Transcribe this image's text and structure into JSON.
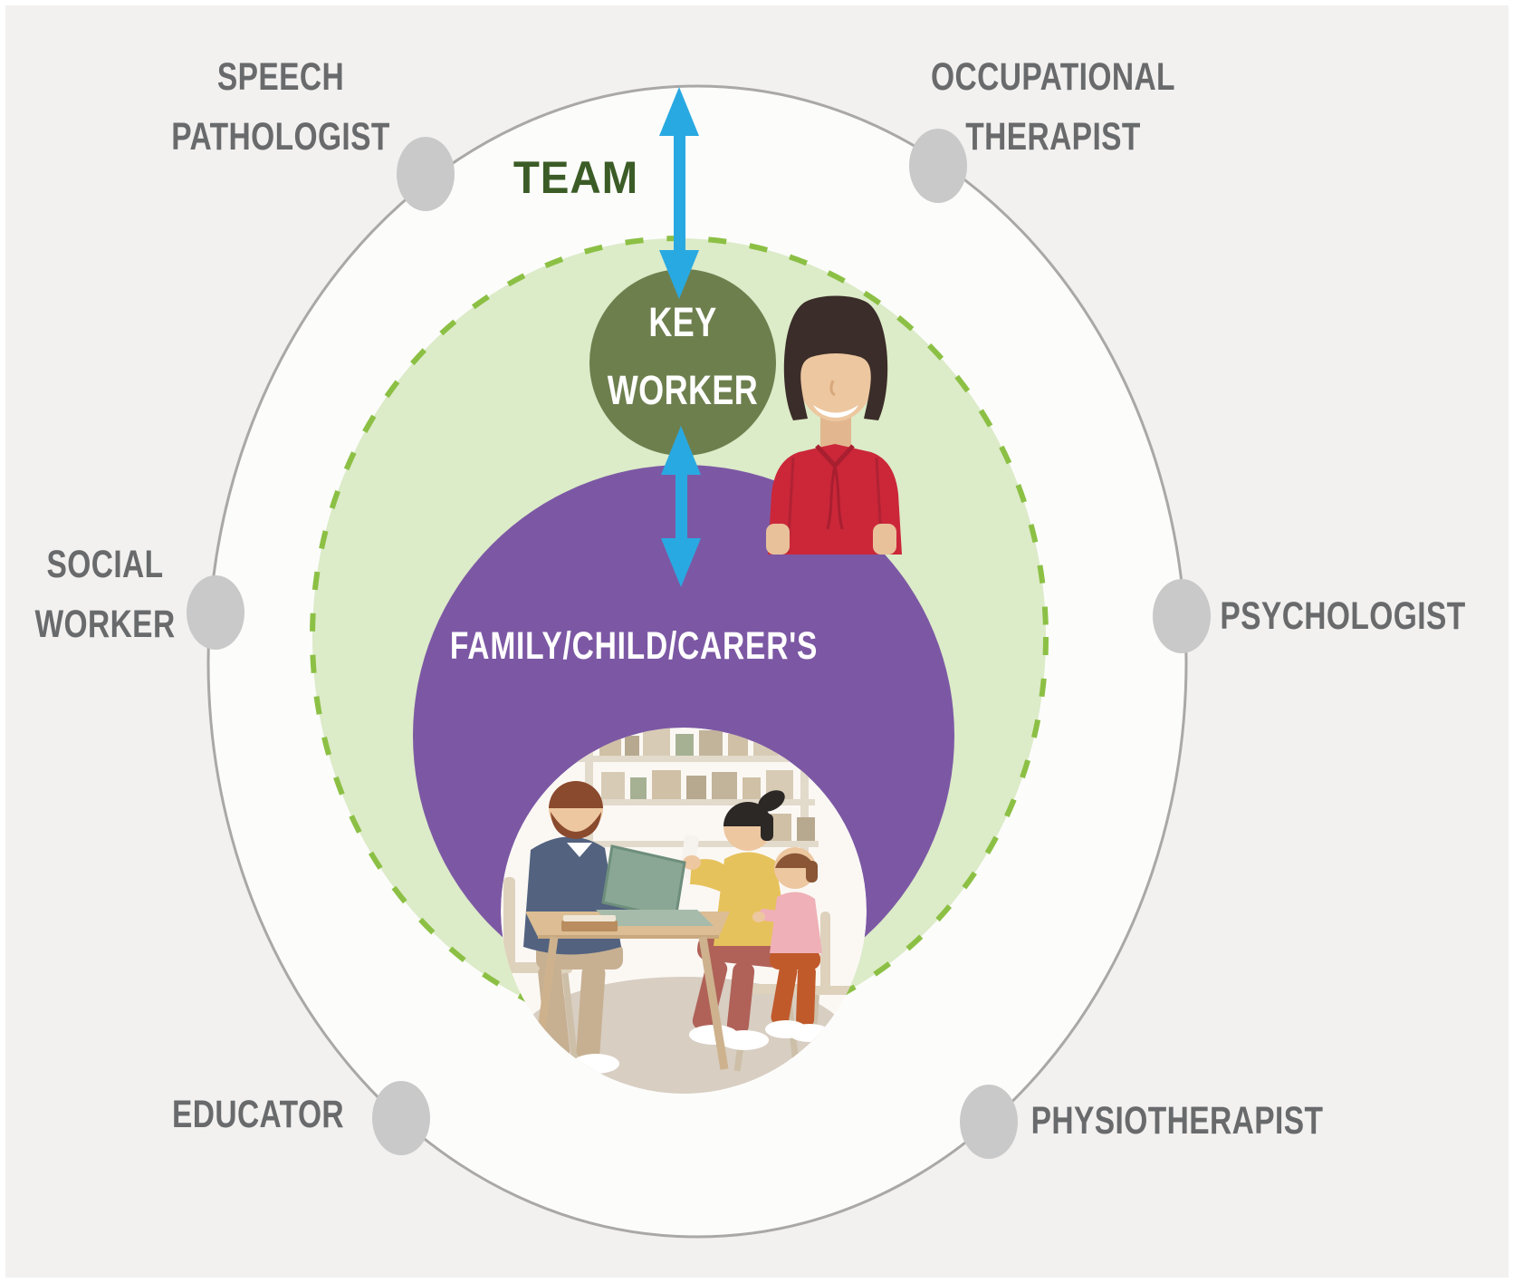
{
  "colors": {
    "background": "#f2f1f0",
    "outer_ring_fill": "#fcfcfb",
    "outer_ring_stroke": "#aaa8a6",
    "team_zone_fill": "#dcebc8",
    "team_zone_border": "#8cc045",
    "key_worker_fill": "#6e7f4e",
    "family_fill": "#7c58a4",
    "arrow_blue": "#29a9e1",
    "node_dot": "#c9c9c9",
    "label_gray": "#696a6c",
    "team_text": "#3b5c26",
    "white_text": "#ffffff"
  },
  "diagram": {
    "team_label": "TEAM",
    "key_worker_circle": {
      "line1": "KEY",
      "line2": "WORKER"
    },
    "family_circle": {
      "label": "FAMILY/CHILD/CARER'S"
    },
    "professionals": [
      {
        "id": "speech-pathologist",
        "line1": "SPEECH",
        "line2": "PATHOLOGIST"
      },
      {
        "id": "occupational-therapist",
        "line1": "OCCUPATIONAL",
        "line2": "THERAPIST"
      },
      {
        "id": "social-worker",
        "line1": "SOCIAL",
        "line2": "WORKER"
      },
      {
        "id": "psychologist",
        "line1": "PSYCHOLOGIST"
      },
      {
        "id": "educator",
        "line1": "EDUCATOR"
      },
      {
        "id": "physiotherapist",
        "line1": "PHYSIOTHERAPIST"
      }
    ],
    "illustrations": [
      {
        "id": "key-worker-avatar"
      },
      {
        "id": "family-meeting-scene"
      }
    ]
  }
}
